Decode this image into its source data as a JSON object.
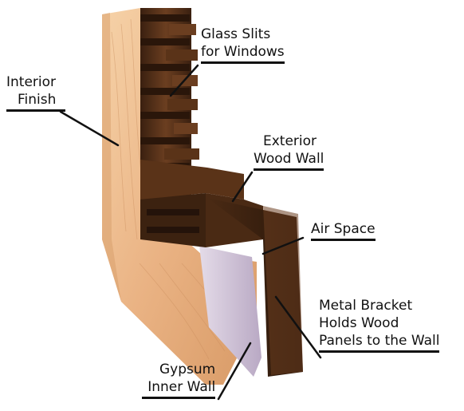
{
  "labels": {
    "glass_slits": [
      "Glass Slits",
      "for Windows"
    ],
    "interior_finish": [
      "Interior",
      "Finish"
    ],
    "exterior_wall": [
      "Exterior",
      "Wood Wall"
    ],
    "air_space": [
      "Air Space"
    ],
    "metal_bracket": [
      "Metal Bracket",
      "Holds Wood",
      "Panels to the Wall"
    ],
    "gypsum": [
      "Gypsum",
      "Inner Wall"
    ]
  },
  "colors": {
    "oak_light": "#f2c596",
    "oak_mid": "#e4a87a",
    "oak_dark": "#c98c5c",
    "walnut_light": "#7a4a2a",
    "walnut_mid": "#5a3318",
    "walnut_dark": "#2e1a0c",
    "gypsum": "#cfc3d6",
    "leader": "#111111"
  }
}
